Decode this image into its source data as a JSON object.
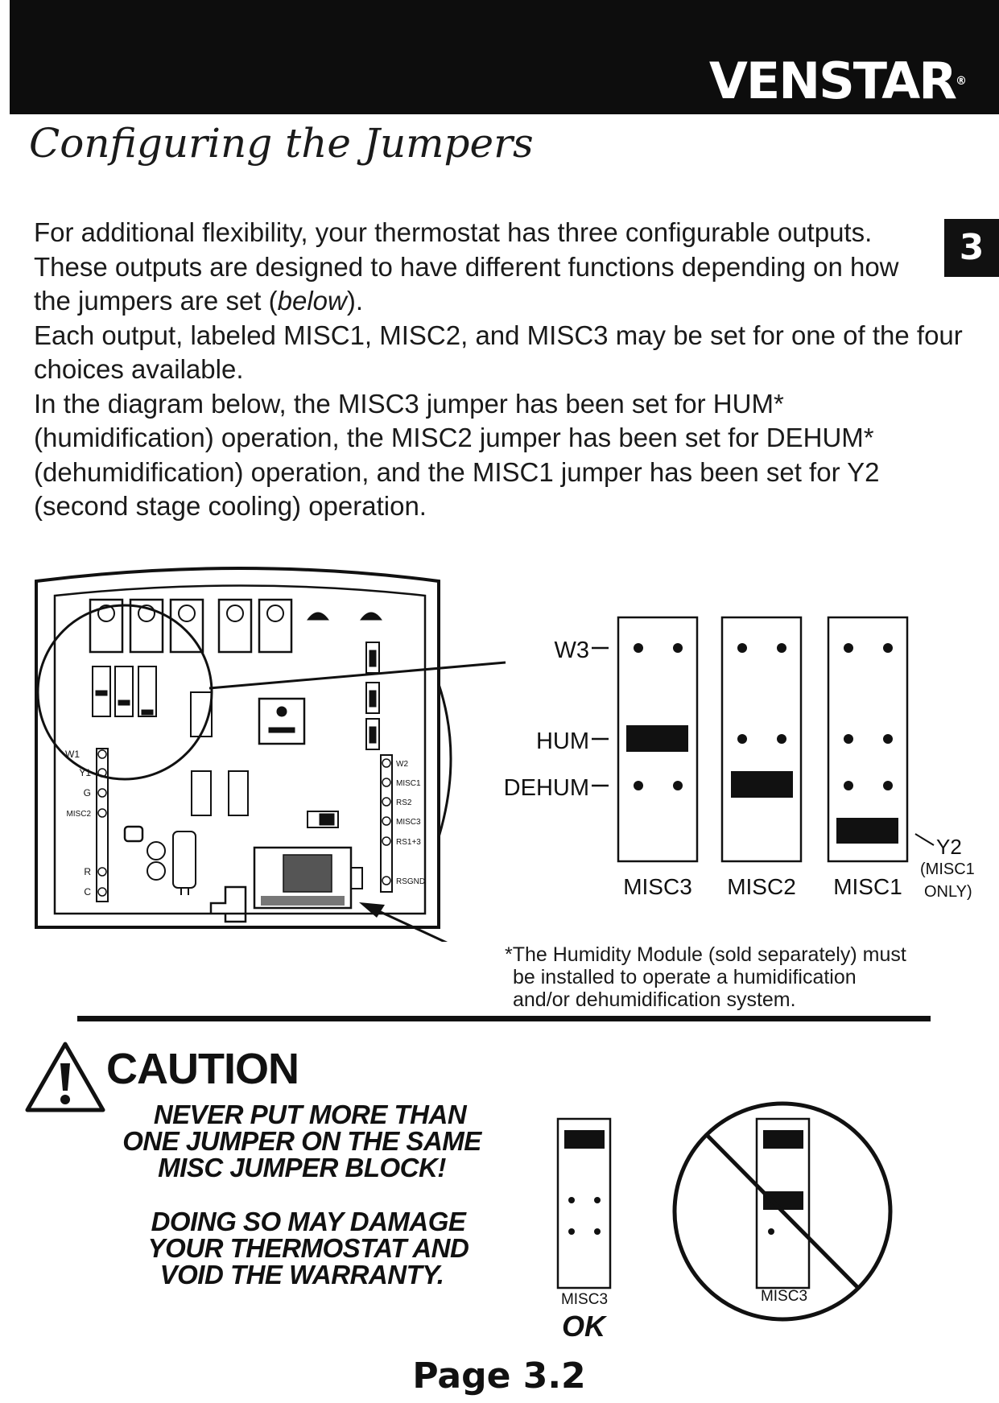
{
  "header": {
    "brand": "VENSTAR"
  },
  "page_title": "Configuring the Jumpers",
  "chapter_tab": "3",
  "intro": {
    "paragraph1_before": "For additional flexibility, your thermostat has three configurable outputs.  These outputs are designed to have different functions depending on how the jumpers are set (",
    "paragraph1_em": "below",
    "paragraph1_after": ").",
    "paragraph2": "Each output, labeled MISC1, MISC2, and MISC3 may be set for one of the four choices available.",
    "paragraph3": "In the diagram below, the MISC3 jumper has been set for HUM* (humidification) operation, the MISC2 jumper has been set for DEHUM* (dehumidification) operation, and the MISC1 jumper has been set for Y2 (second stage cooling) operation."
  },
  "jumper_diagram": {
    "row_labels": {
      "w3": "W3",
      "hum": "HUM",
      "dehum": "DEHUM"
    },
    "blocks": [
      {
        "label": "MISC3",
        "setting": "HUM"
      },
      {
        "label": "MISC2",
        "setting": "DEHUM"
      },
      {
        "label": "MISC1",
        "setting": "Y2"
      }
    ],
    "y2_label": "Y2",
    "y2_note_line1": "(MISC1",
    "y2_note_line2": "ONLY)"
  },
  "circuit_board": {
    "terminals_left": [
      "W1",
      "Y1",
      "G",
      "MISC2",
      "R",
      "C"
    ],
    "terminals_right": [
      "W2",
      "MISC1",
      "RS2",
      "MISC3",
      "RS1+3",
      "RSGND"
    ]
  },
  "footnote": {
    "line1": "*The Humidity Module (sold separately) must",
    "line2": "be installed to operate a humidification",
    "line3": "and/or dehumidification system."
  },
  "caution": {
    "title": "CAUTION",
    "line1": "NEVER PUT MORE THAN",
    "line2": "ONE JUMPER ON THE SAME",
    "line3": "MISC JUMPER BLOCK!",
    "line4": "DOING SO MAY DAMAGE",
    "line5": "YOUR THERMOSTAT AND",
    "line6": "VOID THE WARRANTY.",
    "ok_block_label": "MISC3",
    "ok_label": "OK",
    "bad_block_label": "MISC3"
  },
  "page_number": "Page 3.2"
}
